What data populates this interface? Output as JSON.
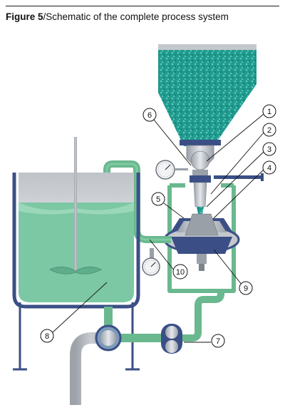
{
  "figure": {
    "label": "Figure 5",
    "title": "/Schematic of the complete process system"
  },
  "callouts": [
    "1",
    "2",
    "3",
    "4",
    "5",
    "6",
    "7",
    "8",
    "9",
    "10"
  ],
  "colors": {
    "fluid": "#7cc7a4",
    "pipe": "#6ab88f",
    "powder": "#1f9a8e",
    "steel": "#c9cdd3",
    "steel_dark": "#9aa0a8",
    "blue_housing": "#3b4f86",
    "tank_wall": "#3b4f86"
  }
}
